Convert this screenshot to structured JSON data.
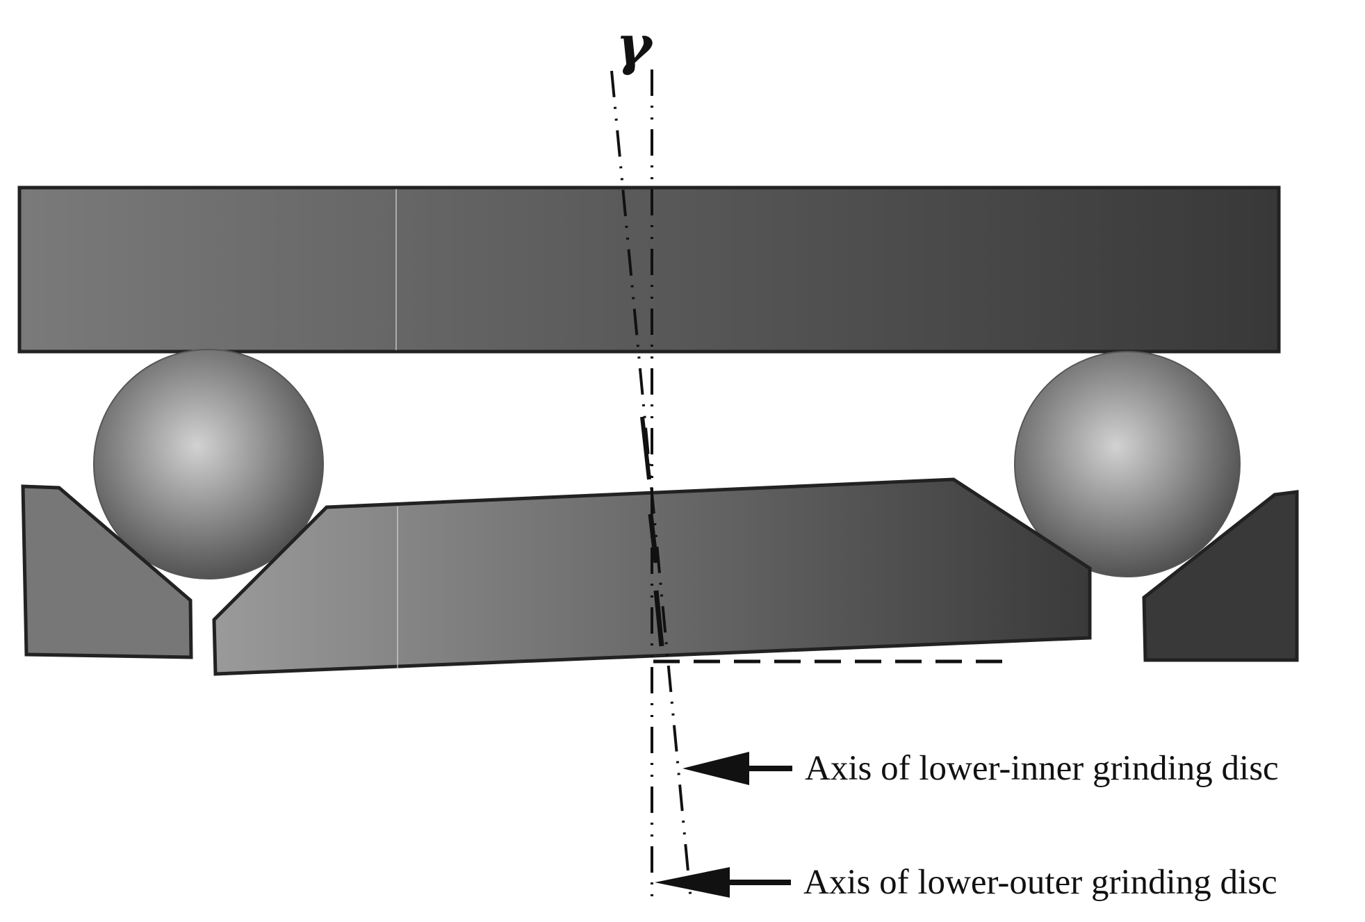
{
  "diagram": {
    "angle_symbol": "γ",
    "labels": {
      "inner_axis": "Axis of lower-inner grinding disc",
      "outer_axis": "Axis of lower-outer grinding disc"
    },
    "colors": {
      "upper_disc_light": "#7a7a7a",
      "upper_disc_dark": "#383838",
      "inner_disc_light": "#9a9a9a",
      "inner_disc_dark": "#3a3a3a",
      "ball_highlight": "#d2d2d2",
      "ball_shadow": "#4e4e4e",
      "left_outer_disc": "#777777",
      "right_outer_disc": "#393939",
      "outline": "#222222"
    }
  }
}
